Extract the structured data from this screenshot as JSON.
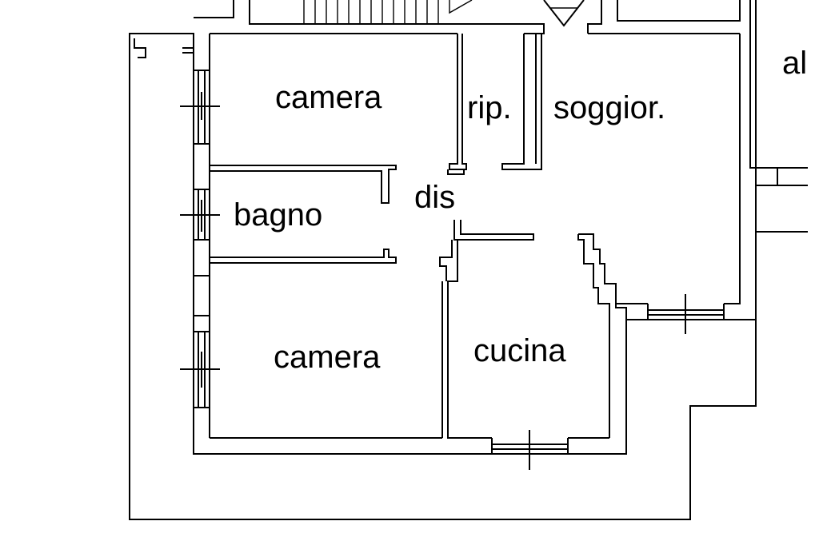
{
  "floorplan": {
    "rooms": {
      "camera_top": "camera",
      "ripostiglio": "rip.",
      "soggiorno": "soggior.",
      "bagno": "bagno",
      "disimpegno": "dis",
      "camera_bottom": "camera",
      "cucina": "cucina",
      "edge_label": "al"
    }
  }
}
